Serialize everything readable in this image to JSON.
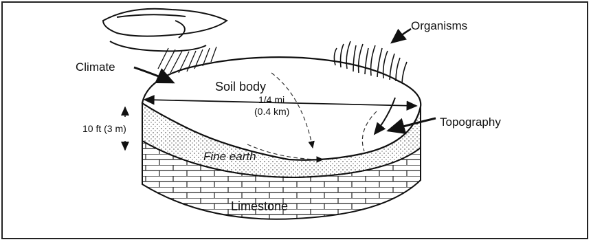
{
  "labels": {
    "climate": "Climate",
    "organisms": "Organisms",
    "soil_body": "Soil body",
    "width_mi": "1/4 mi",
    "width_km": "(0.4 km)",
    "depth": "10 ft (3 m)",
    "topography": "Topography",
    "fine_earth": "Fine earth",
    "limestone": "Limestone"
  }
}
